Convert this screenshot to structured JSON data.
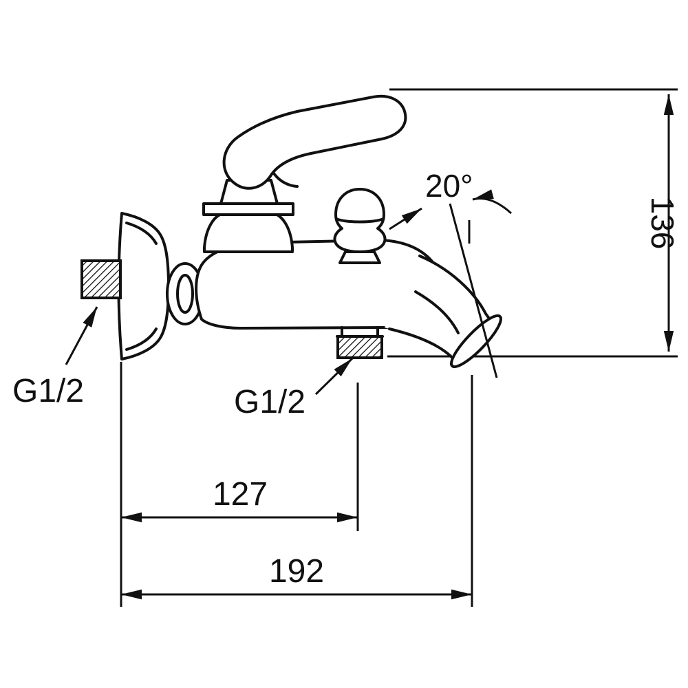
{
  "drawing": {
    "kind": "faucet-technical-dimension-drawing",
    "labels": {
      "angle": "20°",
      "height": "136",
      "inlet_thread": "G1/2",
      "outlet_thread": "G1/2",
      "width_partial": "127",
      "width_total": "192"
    },
    "colors": {
      "line": "#111111",
      "background": "#ffffff"
    }
  }
}
